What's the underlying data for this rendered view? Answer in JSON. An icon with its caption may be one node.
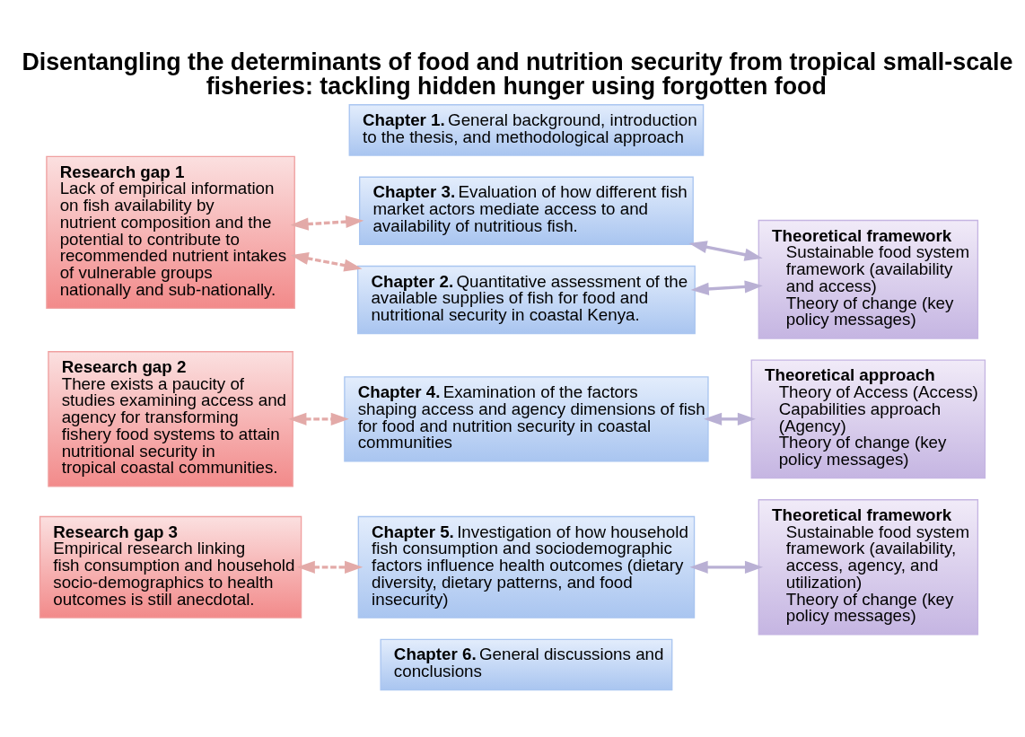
{
  "diagram": {
    "title": "Disentangling the determinants of food and nutrition security from tropical small-scale fisheries: tackling hidden hunger using forgotten food",
    "nodes": [
      {
        "text": [
          "Chapter 1.",
          "General background, introduction to the thesis, and methodological approach"
        ]
      },
      {
        "text": [
          "Research gap 1",
          "Lack of empirical information on fish availability by nutrient composition and the potential to contribute to recommended nutrient intakes of vulnerable groups nationally and sub-nationally."
        ]
      },
      {
        "text": [
          "Chapter 2.",
          "Quantitative assessment of the available supplies of fish for food and nutritional security in coastal Kenya."
        ]
      },
      {
        "text": [
          "Chapter 3.",
          "Evaluation of how different fish market actors mediate access to and availability of nutritious fish."
        ]
      },
      {
        "text": [
          "Theoretical framework",
          "Sustainable food system framework (availability and access)",
          "Theory of change (key policy messages)"
        ]
      },
      {
        "text": [
          "Research gap 2",
          "There exists a paucity of studies examining access and agency for transforming fishery food systems to attain nutritional security in tropical coastal communities."
        ]
      },
      {
        "text": [
          "Chapter 4.",
          "Examination of the factors shaping access and agency dimensions of fish for food and nutrition security in coastal communities"
        ]
      },
      {
        "text": [
          "Theoretical approach",
          "Theory of Access (Access)",
          "Capabilities approach (Agency)",
          "Theory of change (key policy messages)"
        ]
      },
      {
        "text": [
          "Research gap 3",
          "Empirical research linking fish consumption and household socio-demographics to health outcomes is still anecdotal."
        ]
      },
      {
        "text": [
          "Chapter 5.",
          "Investigation of how household fish consumption and sociodemographic factors influence health outcomes (dietary diversity, dietary patterns, and food insecurity)"
        ]
      },
      {
        "text": [
          "Theoretical framework",
          "Sustainable food system framework (availability, access, agency, and utilization)",
          "Theory of change (key policy messages)"
        ]
      },
      {
        "text": [
          "Chapter 6.",
          "General discussions and conclusions"
        ]
      }
    ],
    "edges": [
      {
        "from": 1,
        "to": 2,
        "arrow": "both",
        "style": "dashed",
        "color": "#e3aaa8"
      },
      {
        "from": 1,
        "to": 3,
        "arrow": "both",
        "style": "dashed",
        "color": "#e3aaa8"
      },
      {
        "from": 2,
        "to": 4,
        "arrow": "both",
        "color": "#b9b0d4"
      },
      {
        "from": 3,
        "to": 4,
        "arrow": "both",
        "color": "#b9b0d4"
      },
      {
        "from": 5,
        "to": 6,
        "arrow": "both",
        "style": "dashed",
        "color": "#e3aaa8"
      },
      {
        "from": 6,
        "to": 7,
        "arrow": "both",
        "color": "#b9b0d4"
      },
      {
        "from": 8,
        "to": 9,
        "arrow": "both",
        "style": "dashed",
        "color": "#e3aaa8"
      },
      {
        "from": 9,
        "to": 10,
        "arrow": "both",
        "color": "#b9b0d4"
      }
    ]
  }
}
